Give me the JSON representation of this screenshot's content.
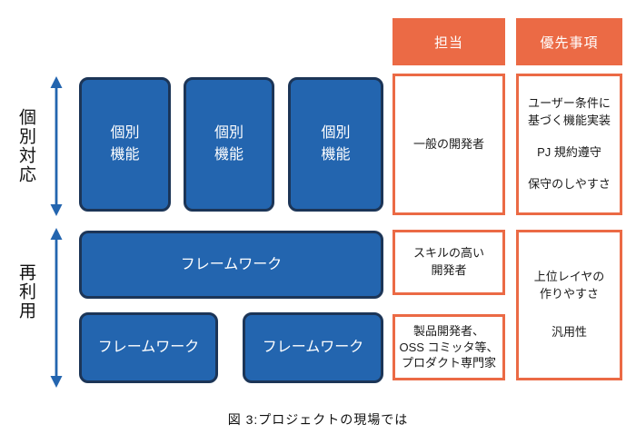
{
  "colors": {
    "blue": "#2365AF",
    "navy": "#1C3557",
    "orange": "#EB6A45"
  },
  "axis": {
    "top_label": "個別対応",
    "bottom_label": "再利用"
  },
  "boxes": {
    "feature_line1": "個別",
    "feature_line2": "機能",
    "framework": "フレームワーク"
  },
  "columns": {
    "tanto": {
      "header": "担当",
      "row1": "一般の開発者",
      "row2": [
        "スキルの高い",
        "開発者"
      ],
      "row3": [
        "製品開発者、",
        "OSS コミッタ等、",
        "プロダクト専門家"
      ]
    },
    "yusen": {
      "header": "優先事項",
      "row1": {
        "item1": [
          "ユーザー条件に",
          "基づく機能実装"
        ],
        "item2": "PJ 規約遵守",
        "item3": "保守のしやすさ"
      },
      "row2": {
        "item1": [
          "上位レイヤの",
          "作りやすさ"
        ],
        "item2": "汎用性"
      }
    }
  },
  "caption": "図 3:プロジェクトの現場では"
}
